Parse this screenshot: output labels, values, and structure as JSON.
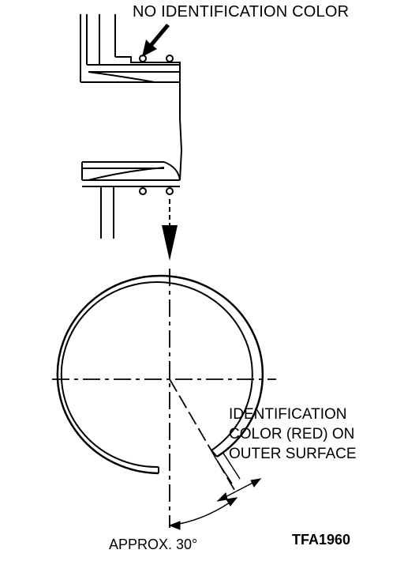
{
  "labels": {
    "no_id_color": "NO IDENTIFICATION COLOR",
    "id_color_lines": [
      "IDENTIFICATION",
      "COLOR (RED) ON",
      "OUTER SURFACE"
    ],
    "angle": "APPROX. 30°",
    "figure_code": "TFA1960"
  },
  "colors": {
    "ink": "#000000",
    "paper": "#ffffff"
  }
}
